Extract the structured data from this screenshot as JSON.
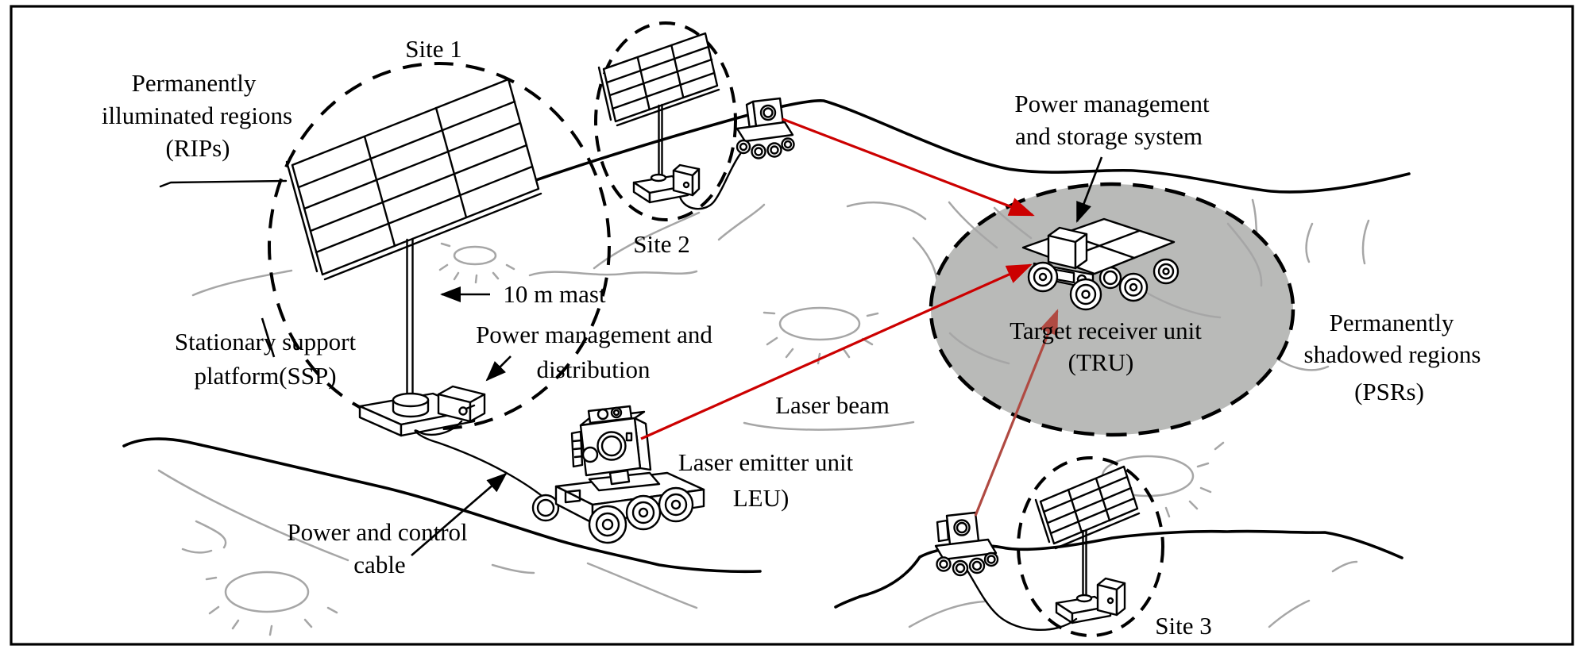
{
  "figure": {
    "type": "scientific-diagram",
    "subject": "Lunar laser power beaming architecture between permanently illuminated and shadowed regions"
  },
  "colors": {
    "laser": "#cc0000",
    "laser_muted": "#b04a42",
    "psr_fill": "#b9bab8",
    "gray_line": "#a6a6a6",
    "ink": "#000000"
  },
  "labels": {
    "rips_line1": "Permanently",
    "rips_line2": "illuminated regions",
    "rips_line3": "(RIPs)",
    "psrs_line1": "Permanently",
    "psrs_line2": "shadowed regions",
    "psrs_line3": "(PSRs)",
    "site1": "Site 1",
    "site2": "Site 2",
    "site3": "Site 3",
    "mast": "10 m mast",
    "pmd_line1": "Power management and",
    "pmd_line2": "distribution",
    "ssp_line1": "Stationary support",
    "ssp_line2": "platform(SSP)",
    "cable_line1": "Power and control",
    "cable_line2": "cable",
    "laser_beam": "Laser beam",
    "leu_line1": "Laser emitter unit",
    "leu_line2": "LEU)",
    "pms_line1": "Power management",
    "pms_line2": "and storage system",
    "tru_line1": "Target receiver unit",
    "tru_line2": "(TRU)"
  }
}
